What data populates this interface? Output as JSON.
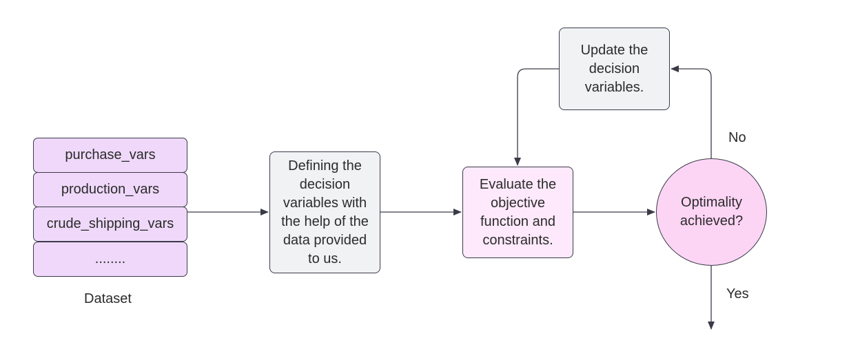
{
  "dataset": {
    "caption": "Dataset",
    "rows": [
      "purchase_vars",
      "production_vars",
      "crude_shipping_vars",
      "........"
    ]
  },
  "steps": {
    "define": "Defining the\ndecision\nvariables with\nthe help of the\ndata provided\nto us.",
    "evaluate": "Evaluate the\nobjective\nfunction and\nconstraints.",
    "update": "Update the\ndecision\nvariables.",
    "decision": "Optimality\nachieved?"
  },
  "edge_labels": {
    "no": "No",
    "yes": "Yes"
  }
}
